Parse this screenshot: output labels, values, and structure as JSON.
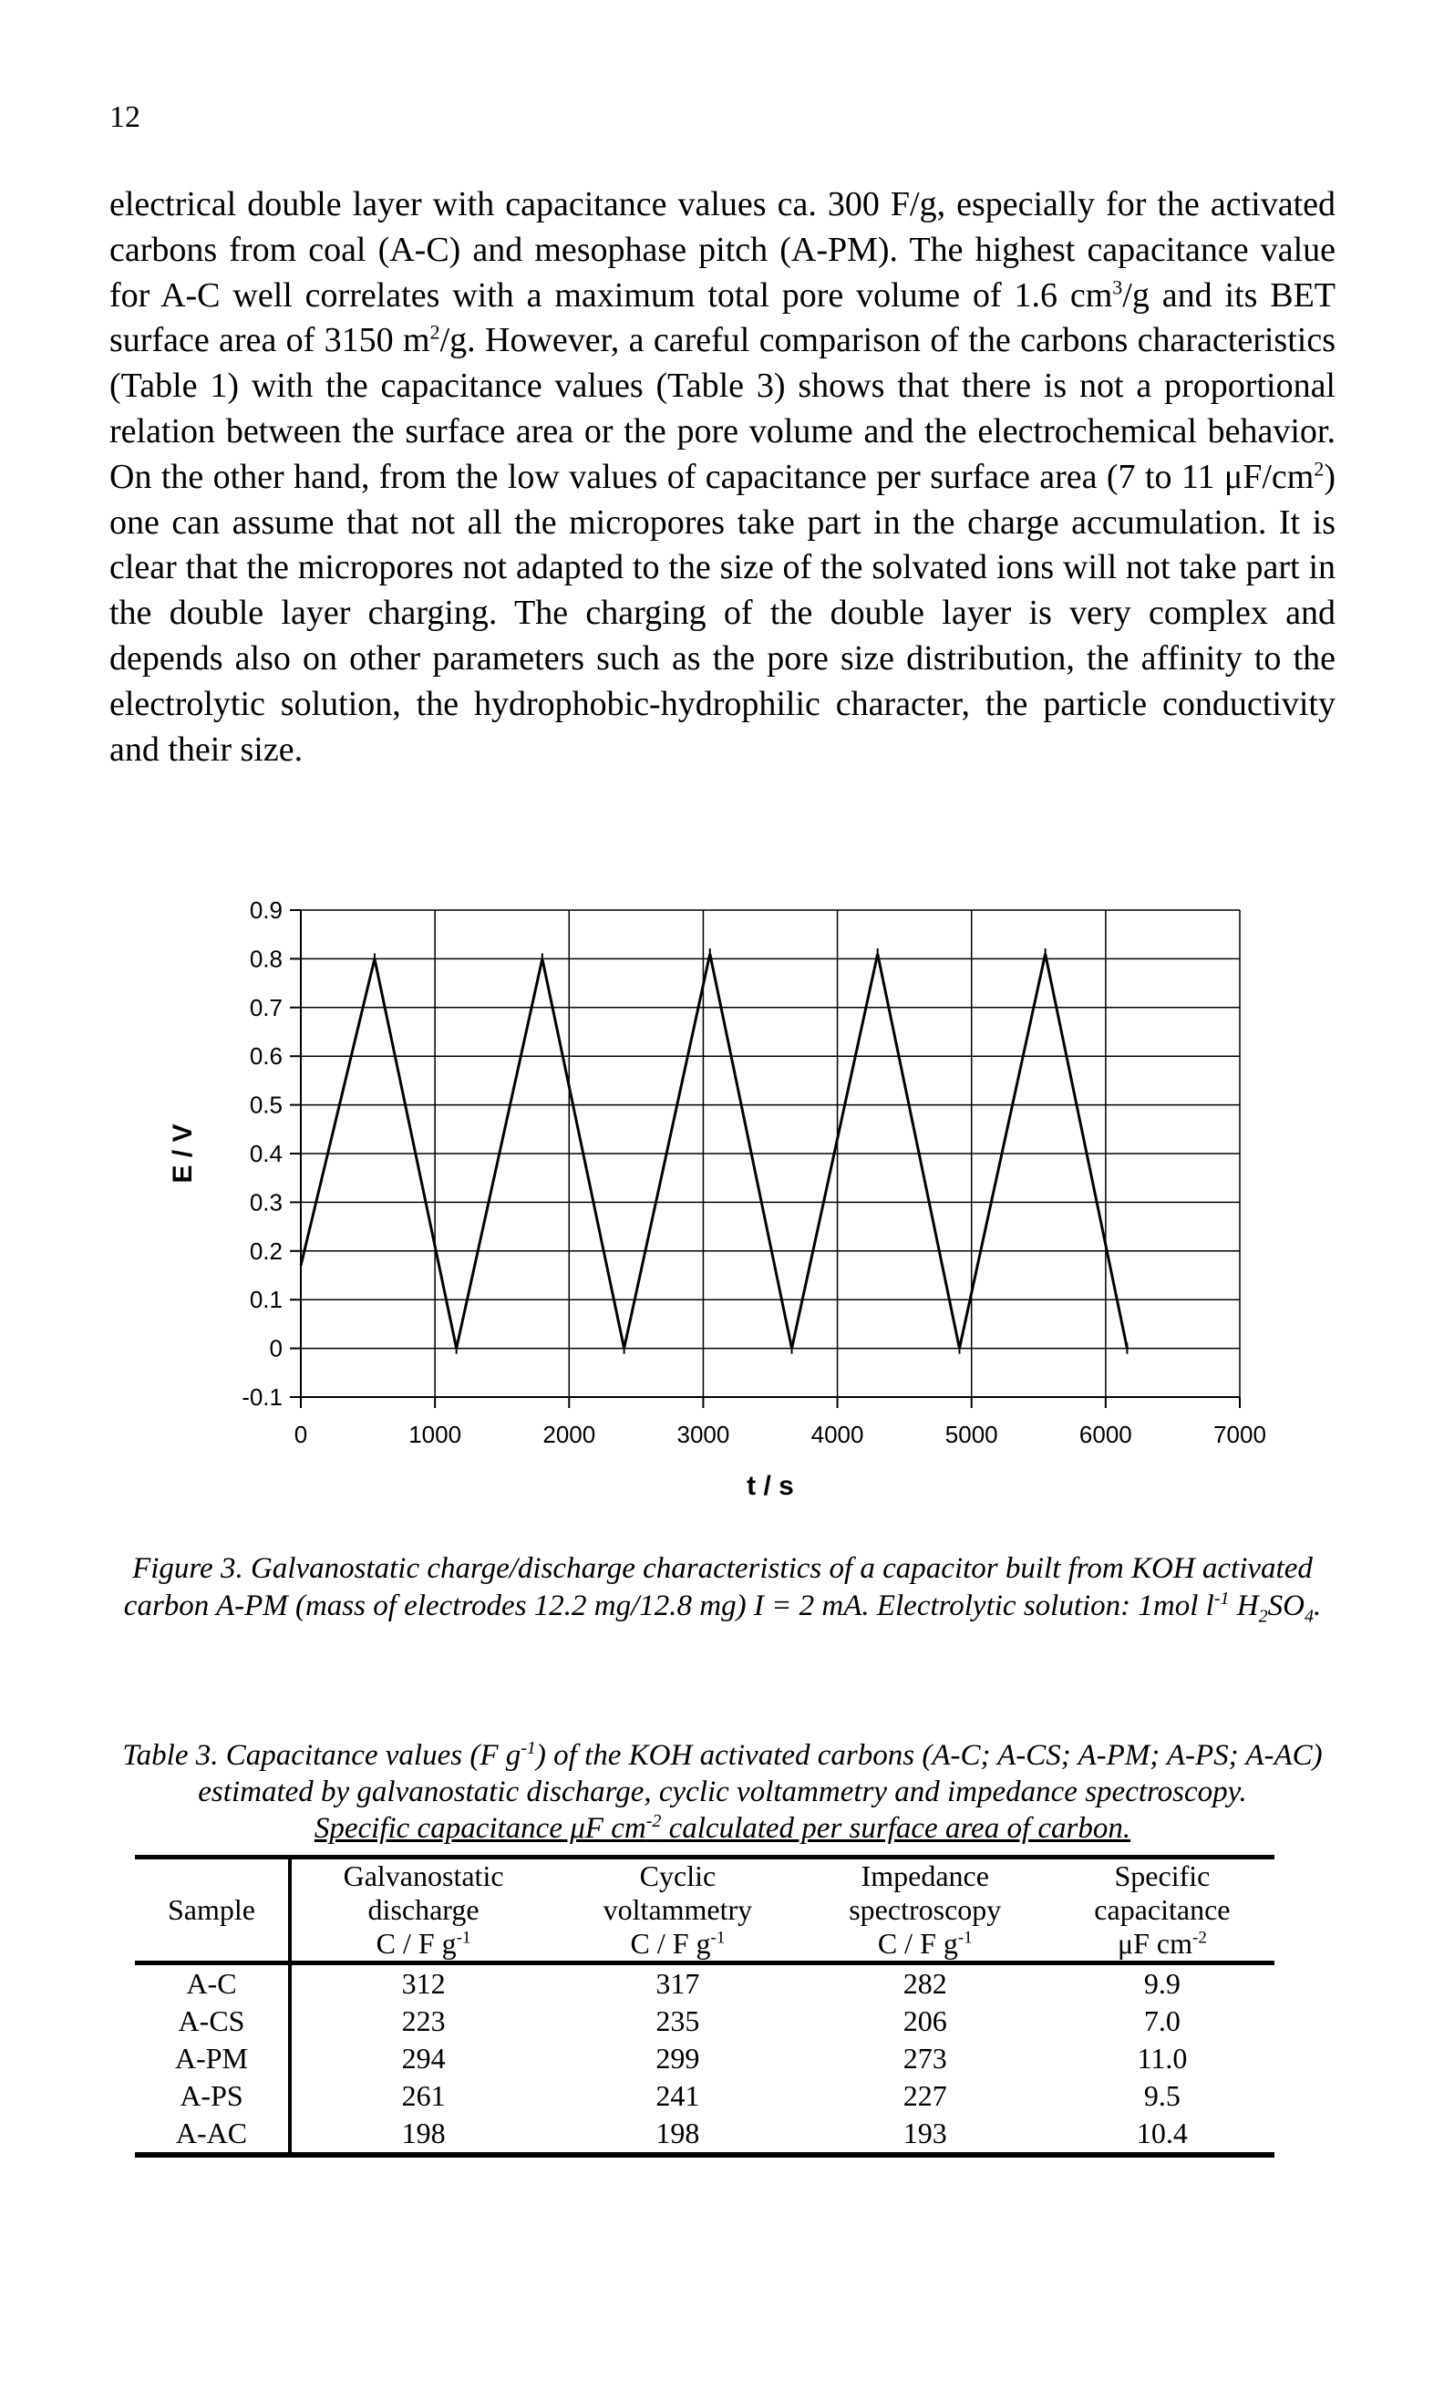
{
  "page_number": "12",
  "body": {
    "p1": "electrical double layer with capacitance values ca. 300 F/g, especially for the activated carbons from coal (A-C) and mesophase pitch (A-PM). The highest capacitance value for A-C well correlates with a maximum total pore volume of 1.6 cm",
    "sup1": "3",
    "p2": "/g and its BET surface area of 3150 m",
    "sup2": "2",
    "p3": "/g. However, a careful comparison of the carbons characteristics (Table 1) with the capacitance values (Table 3) shows that there is not a proportional relation between the surface area or the pore volume and the electrochemical behavior. On the other hand, from the low values of capacitance per surface area (7 to 11 μF/cm",
    "sup3": "2",
    "p4": ") one can assume that not all the micropores take part in the charge accumulation. It is clear that the micropores not adapted to the size of the solvated ions will not take part in the double layer charging. The charging of the double layer is very complex and depends also on other parameters such as the pore size distribution, the affinity to the electrolytic solution, the hydrophobic-hydrophilic character, the particle conductivity and their size."
  },
  "chart_data": {
    "type": "line",
    "xlabel": "t / s",
    "ylabel": "E / V",
    "xlim": [
      0,
      7000
    ],
    "ylim": [
      -0.1,
      0.9
    ],
    "xticks": [
      "0",
      "1000",
      "2000",
      "3000",
      "4000",
      "5000",
      "6000",
      "7000"
    ],
    "yticks": [
      "0.9",
      "0.8",
      "0.7",
      "0.6",
      "0.5",
      "0.4",
      "0.3",
      "0.2",
      "0.1",
      "0",
      "-0.1"
    ],
    "grid": true,
    "series": [
      {
        "x": [
          0,
          550,
          1160,
          1800,
          2410,
          3050,
          3660,
          4300,
          4910,
          5550,
          6160
        ],
        "y": [
          0.17,
          0.8,
          0.0,
          0.8,
          0.0,
          0.81,
          0.0,
          0.81,
          0.0,
          0.81,
          0.0
        ]
      }
    ]
  },
  "figure_caption": {
    "prefix": "Figure 3. Galvanostatic charge/discharge characteristics of a capacitor built from KOH activated carbon A-PM (mass of electrodes 12.2 mg/12.8 mg) I = 2 mA. Electrolytic solution: 1mol l",
    "sup": "-1",
    "mid": " H",
    "sub1": "2",
    "mid2": "SO",
    "sub2": "4",
    "end": "."
  },
  "table_caption": {
    "a": "Table 3. Capacitance values (F g",
    "a_sup": "-1",
    "b": ") of the KOH activated carbons (A-C; A-CS; A-PM; A-PS; A-AC) estimated by galvanostatic discharge, cyclic voltammetry and impedance spectroscopy.",
    "c": "Specific capacitance μF cm",
    "c_sup": "-2",
    "d": " calculated per surface area of carbon."
  },
  "table": {
    "headers": {
      "sample": "Sample",
      "galv": [
        "Galvanostatic",
        "discharge",
        "C / F g"
      ],
      "cv": [
        "Cyclic",
        "voltammetry",
        "C / F g"
      ],
      "imp": [
        "Impedance",
        "spectroscopy",
        "C / F g"
      ],
      "spec": [
        "Specific",
        "capacitance",
        "μF cm"
      ],
      "unit_sup": "-1",
      "spec_sup": "-2"
    },
    "rows": [
      [
        "A-C",
        "312",
        "317",
        "282",
        "9.9"
      ],
      [
        "A-CS",
        "223",
        "235",
        "206",
        "7.0"
      ],
      [
        "A-PM",
        "294",
        "299",
        "273",
        "11.0"
      ],
      [
        "A-PS",
        "261",
        "241",
        "227",
        "9.5"
      ],
      [
        "A-AC",
        "198",
        "198",
        "193",
        "10.4"
      ]
    ]
  }
}
